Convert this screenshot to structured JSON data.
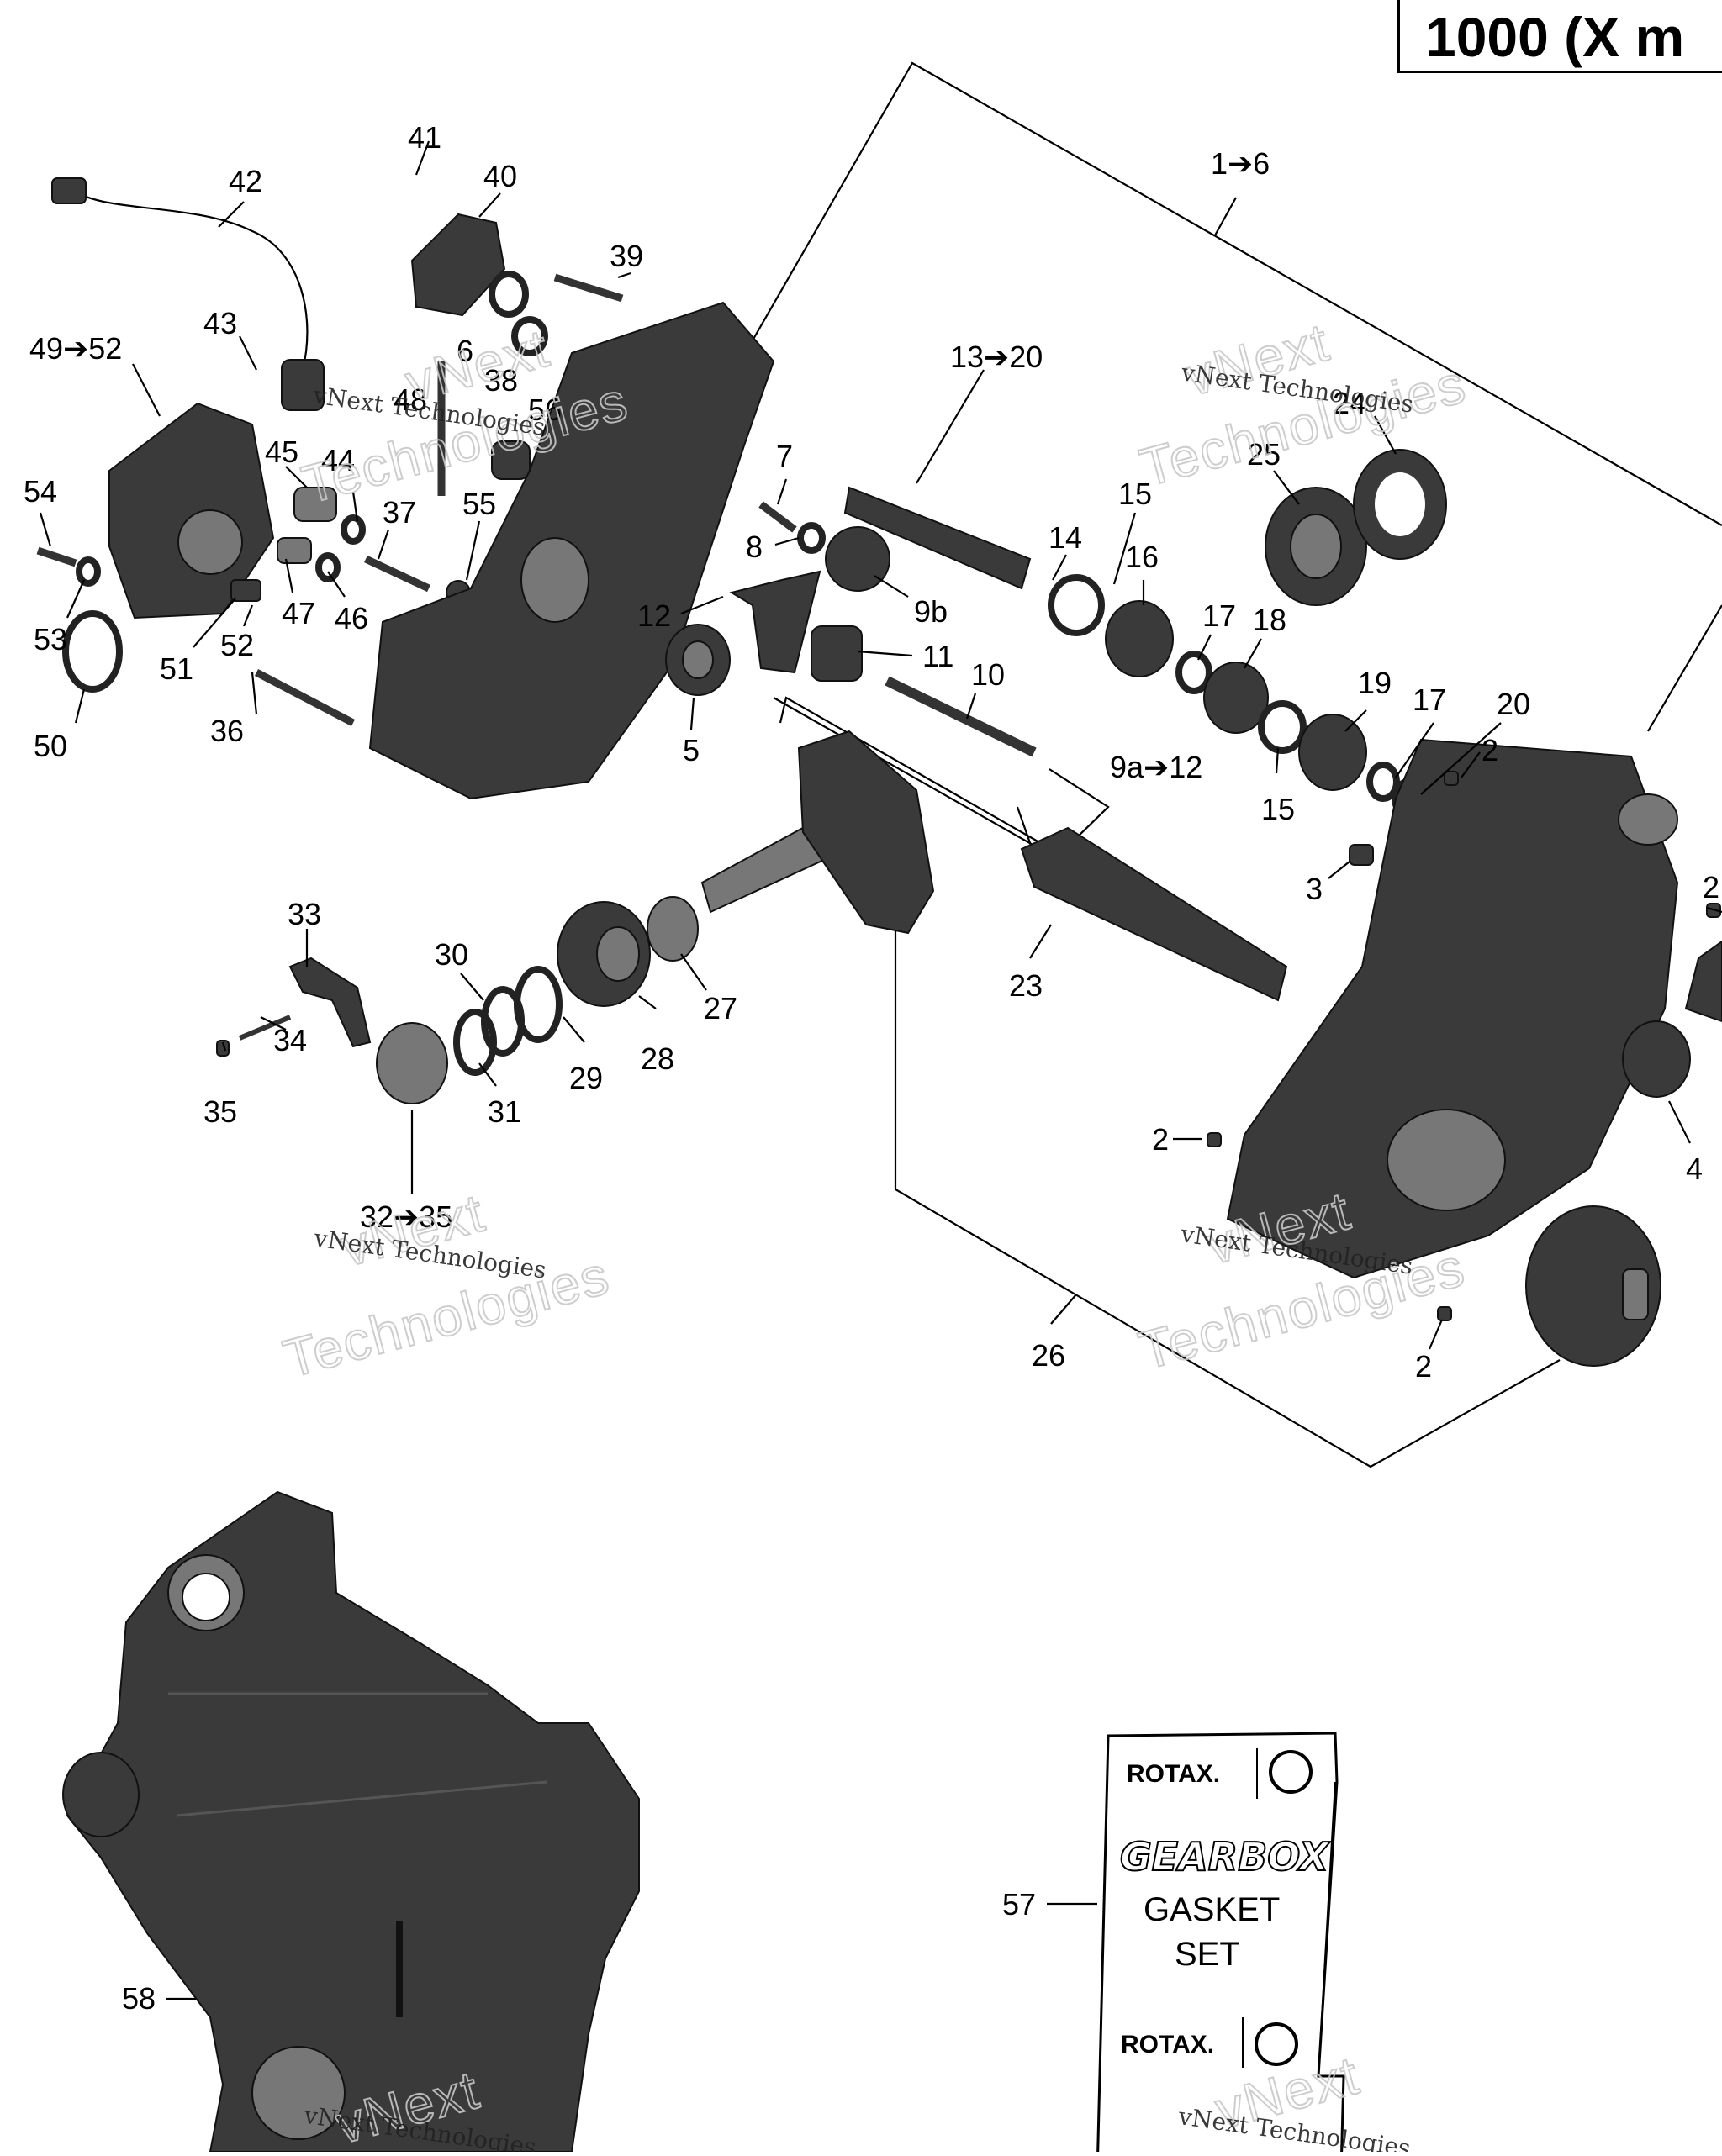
{
  "title": "1000 (X m",
  "callouts": {
    "c41": "41",
    "c40": "40",
    "c42": "42",
    "c39": "39",
    "c6": "6",
    "c43": "43",
    "c38": "38",
    "c48": "48",
    "c56": "56",
    "c49_52": "49➔52",
    "c13_20": "13➔20",
    "c1_6": "1➔6",
    "c24": "24",
    "c25": "25",
    "c45": "45",
    "c44": "44",
    "c54": "54",
    "c37": "37",
    "c55": "55",
    "c7": "7",
    "c8": "8",
    "c14": "14",
    "c15a": "15",
    "c16": "16",
    "c9b": "9b",
    "c12": "12",
    "c11": "11",
    "c17a": "17",
    "c18": "18",
    "c53": "53",
    "c47": "47",
    "c46": "46",
    "c51": "51",
    "c52": "52",
    "c10": "10",
    "c19": "19",
    "c17b": "17",
    "c20": "20",
    "c36": "36",
    "c50": "50",
    "c5": "5",
    "c9a_12": "9a➔12",
    "c15b": "15",
    "c2a": "2",
    "c3": "3",
    "c2b": "2",
    "c33": "33",
    "c30": "30",
    "c27": "27",
    "c23": "23",
    "c34": "34",
    "c35": "35",
    "c31": "31",
    "c29": "29",
    "c28": "28",
    "c4": "4",
    "c2c": "2",
    "c32_35": "32➔35",
    "c26": "26",
    "c2d": "2",
    "c57": "57",
    "c58": "58"
  },
  "watermarks": {
    "company": "vNext Technologies",
    "outline_top": "vNext",
    "outline_bottom": "Technologies"
  },
  "gasket_bag": {
    "brand": "ROTAX.",
    "line1": "GEARBOX",
    "line2": "GASKET",
    "line3": "SET"
  }
}
